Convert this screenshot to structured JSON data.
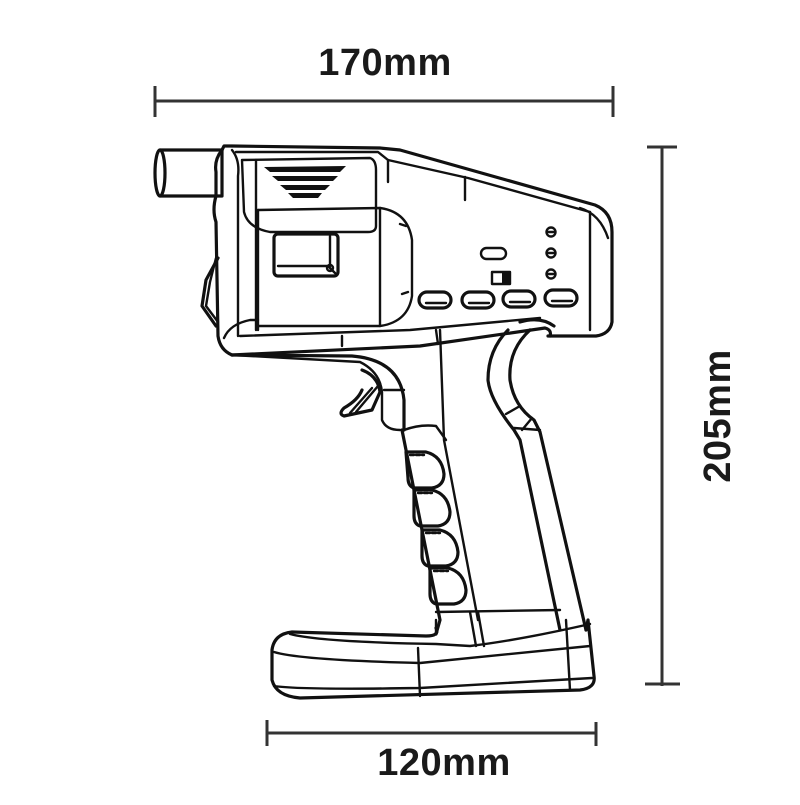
{
  "drawing": {
    "subject": "handheld device side view line drawing",
    "line_color": "#111111",
    "background": "#ffffff"
  },
  "dimensions": {
    "overall_width": {
      "label": "170mm",
      "value": 170,
      "unit": "mm",
      "orientation": "horizontal",
      "position": "top"
    },
    "overall_height": {
      "label": "205mm",
      "value": 205,
      "unit": "mm",
      "orientation": "vertical",
      "position": "right"
    },
    "base_width": {
      "label": "120mm",
      "value": 120,
      "unit": "mm",
      "orientation": "horizontal",
      "position": "bottom"
    }
  },
  "features": {
    "front_panel_buttons": 4,
    "indicator_leds": 3,
    "grip_finger_grooves": 4,
    "top_vent_slats": 4,
    "has_display_window": true,
    "has_slide_switch": true,
    "has_trigger": true,
    "has_nozzle": true
  }
}
